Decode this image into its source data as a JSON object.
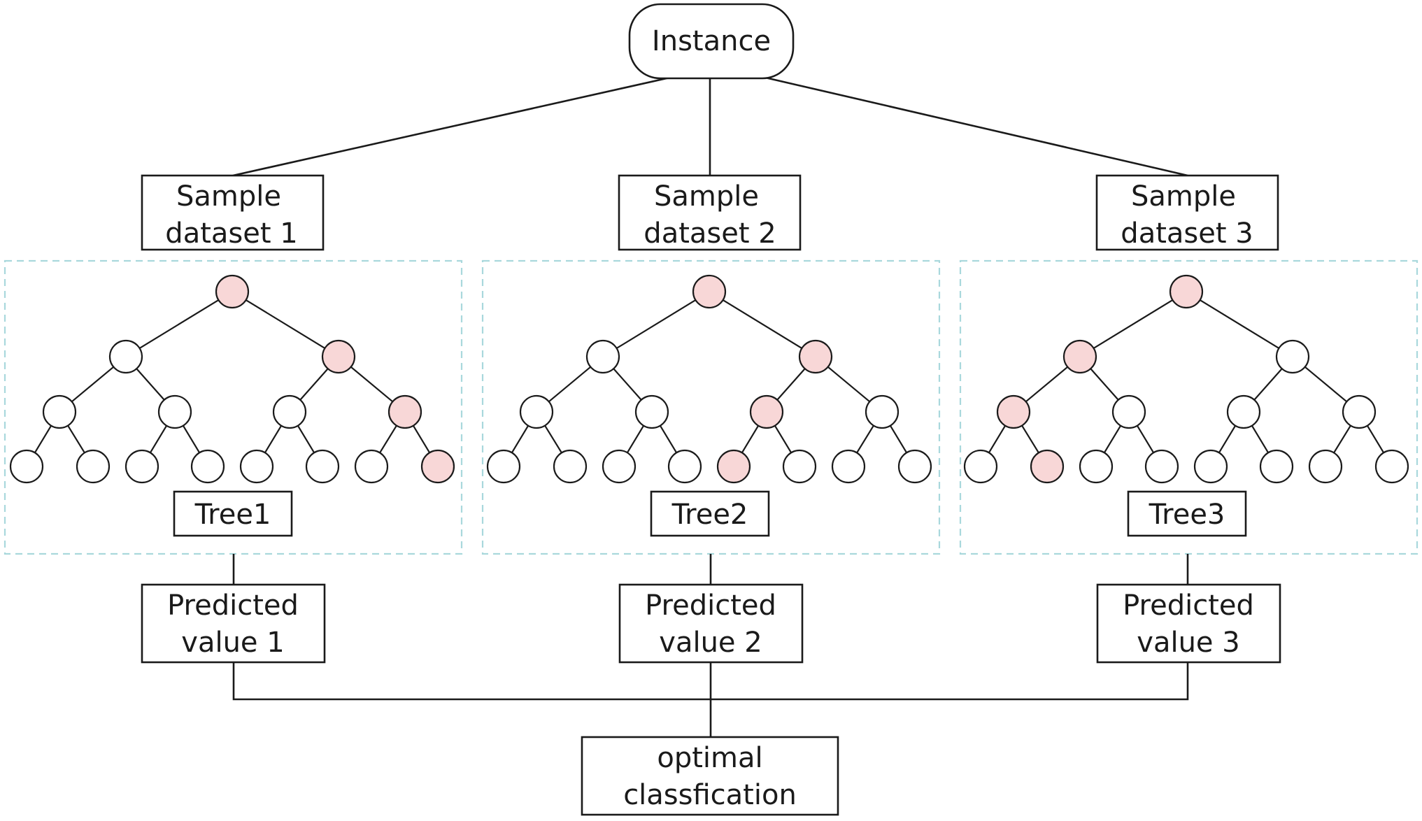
{
  "colors": {
    "line": "#1a1a1a",
    "highlight": "#f8d7d7",
    "node": "#ffffff",
    "group_border": "#a9d8dc"
  },
  "root": {
    "label": "Instance"
  },
  "branches": [
    {
      "sample_line1": "Sample",
      "sample_line2": "dataset 1",
      "tree_label": "Tree1",
      "pred_line1": "Predicted",
      "pred_line2": "value 1",
      "highlighted_path": [
        "root",
        "R",
        "RR",
        "RRR"
      ]
    },
    {
      "sample_line1": "Sample",
      "sample_line2": "dataset 2",
      "tree_label": "Tree2",
      "pred_line1": "Predicted",
      "pred_line2": "value 2",
      "highlighted_path": [
        "root",
        "R",
        "RL",
        "RLL"
      ]
    },
    {
      "sample_line1": "Sample",
      "sample_line2": "dataset 3",
      "tree_label": "Tree3",
      "pred_line1": "Predicted",
      "pred_line2": "value 3",
      "highlighted_path": [
        "root",
        "L",
        "LL",
        "LLR"
      ]
    }
  ],
  "result": {
    "line1": "optimal",
    "line2": "classfication"
  }
}
